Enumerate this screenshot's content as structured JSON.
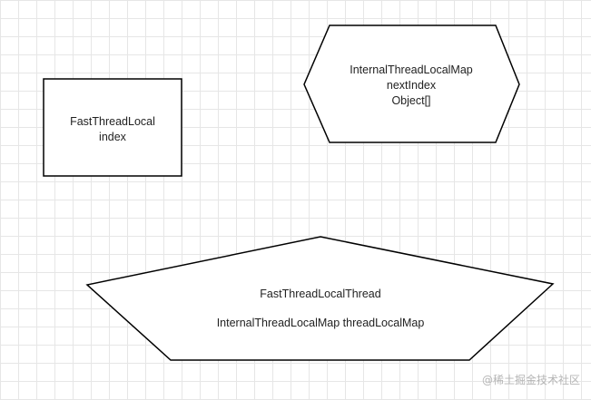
{
  "diagram": {
    "rect_node": {
      "line1": "FastThreadLocal",
      "line2": "index"
    },
    "hex_node": {
      "line1": "InternalThreadLocalMap",
      "line2": "nextIndex",
      "line3": "Object[]"
    },
    "pent_node": {
      "line1": "FastThreadLocalThread",
      "line2": "InternalThreadLocalMap threadLocalMap"
    }
  },
  "watermark": "@稀土掘金技术社区",
  "colors": {
    "stroke": "#000000",
    "fill": "#ffffff",
    "grid": "#e6e6e6",
    "watermark": "#b5b5b5"
  }
}
